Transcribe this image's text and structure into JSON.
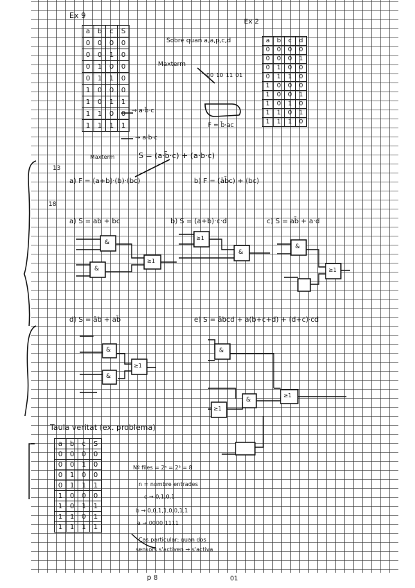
{
  "header": {
    "ex9": "Ex 9",
    "ex2": "Ex 2",
    "sobre_quan": "Sobre quan a,a,p,c,d"
  },
  "truth_table_left": {
    "headers": [
      "a",
      "b",
      "c",
      "S"
    ],
    "rows": [
      [
        "0",
        "0",
        "0",
        "0"
      ],
      [
        "0",
        "0",
        "1",
        "0"
      ],
      [
        "0",
        "1",
        "0",
        "0"
      ],
      [
        "0",
        "1",
        "1",
        "0"
      ],
      [
        "1",
        "0",
        "0",
        "0"
      ],
      [
        "1",
        "0",
        "1",
        "1"
      ],
      [
        "1",
        "1",
        "0",
        "0"
      ],
      [
        "1",
        "1",
        "1",
        "1"
      ]
    ],
    "arrow_labels": [
      "→ a·b̄·c",
      "→ a·b·c"
    ],
    "maxterm_label": "Maxterm",
    "result": "S = (a·b̄·c) + (a·b·c)"
  },
  "kmap": {
    "label": "Maxterm",
    "cols": [
      "00",
      "10",
      "11",
      "01"
    ],
    "result": "F = b̄·ac"
  },
  "truth_table_right": {
    "headers": [
      "a",
      "b",
      "c",
      "d"
    ],
    "rows": [
      [
        "0",
        "0",
        "0",
        "0"
      ],
      [
        "0",
        "0",
        "0",
        "1"
      ],
      [
        "0",
        "1",
        "0",
        "0"
      ],
      [
        "0",
        "1",
        "1",
        "0"
      ],
      [
        "1",
        "0",
        "0",
        "0"
      ],
      [
        "1",
        "0",
        "0",
        "1"
      ],
      [
        "1",
        "0",
        "1",
        "0"
      ],
      [
        "1",
        "1",
        "0",
        "1"
      ],
      [
        "1",
        "1",
        "1",
        "0"
      ]
    ]
  },
  "section13": {
    "number": "13",
    "a": "a) F = (a+b)·(b)·(bc)",
    "b": "b) F = (āb̄c) + (bc)"
  },
  "section18": {
    "number": "18",
    "a": "a) S = ab + bc",
    "b": "b) S = (a+b)·c·d",
    "c": "c) S = ab̄ + a·d",
    "d": "d) S = āb + ab̄",
    "e": "e) S = ābcd + a(b+c+d) + (d+c)·cd",
    "gate_and": "&",
    "gate_or": "≥1"
  },
  "truth_problem": {
    "title": "Taula veritat (ex. problema)",
    "headers": [
      "a",
      "b",
      "c",
      "S"
    ],
    "rows": [
      [
        "0",
        "0",
        "0",
        "0"
      ],
      [
        "0",
        "0",
        "1",
        "0"
      ],
      [
        "0",
        "1",
        "0",
        "0"
      ],
      [
        "0",
        "1",
        "1",
        "1"
      ],
      [
        "1",
        "0",
        "0",
        "0"
      ],
      [
        "1",
        "0",
        "1",
        "1"
      ],
      [
        "1",
        "1",
        "0",
        "1"
      ],
      [
        "1",
        "1",
        "1",
        "1"
      ]
    ],
    "note1": "Nº files = 2ⁿ = 2³ = 8",
    "note2": "n = nombre entrades",
    "note3": "c → 0,1,0,1",
    "note4": "b → 0,0,1,1,0,0,1,1",
    "note5": "a → 0000 1111",
    "note6": "Cas particular: quan dos",
    "note7": "sensors s'activen → s'activa"
  },
  "footer": {
    "page": "p 8",
    "mark": "01"
  }
}
